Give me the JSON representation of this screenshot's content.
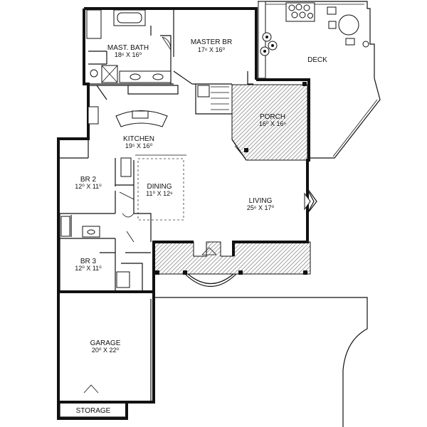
{
  "rooms": {
    "mast_bath": {
      "name": "MAST. BATH",
      "size": "18⁶ X 16⁰"
    },
    "master_br": {
      "name": "MASTER BR",
      "size": "17⁶ X 16⁰"
    },
    "deck": {
      "name": "DECK"
    },
    "porch": {
      "name": "PORCH",
      "size": "16⁰ X 16⁶"
    },
    "kitchen": {
      "name": "KITCHEN",
      "size": "19⁵ X 16⁰"
    },
    "br2": {
      "name": "BR 2",
      "size": "12⁰ X 11⁰"
    },
    "dining": {
      "name": "DINING",
      "size": "11⁰ X 12⁶"
    },
    "living": {
      "name": "LIVING",
      "size": "25⁶ X 17⁰"
    },
    "br3": {
      "name": "BR 3",
      "size": "12⁰ X 11⁰"
    },
    "garage": {
      "name": "GARAGE",
      "size": "20⁰ X 22⁰"
    },
    "storage": {
      "name": "STORAGE"
    }
  },
  "colors": {
    "line": "#111111",
    "hatch": "#c8c8c8",
    "background": "#ffffff"
  }
}
